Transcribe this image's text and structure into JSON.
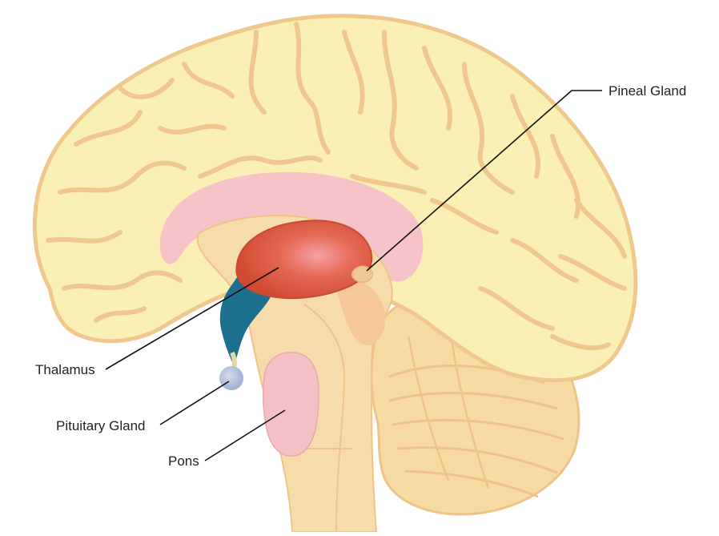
{
  "labels": {
    "pineal": "Pineal Gland",
    "thalamus": "Thalamus",
    "pituitary": "Pituitary Gland",
    "pons": "Pons"
  },
  "colors": {
    "cerebrum": "#fbf0b4",
    "cerebrum_outline": "#f2cf96",
    "sulcus": "#f0c88e",
    "cerebellum": "#f6dba2",
    "brainstem": "#f6dcaa",
    "corpus_callosum": "#f6c4c8",
    "thalamus": "#d8513a",
    "thalamus_highlight": "#f39a9a",
    "ventricle": "#1d6f8e",
    "pituitary": "#a9b9d8",
    "pons": "#f4c0c6",
    "leader": "#111111"
  }
}
